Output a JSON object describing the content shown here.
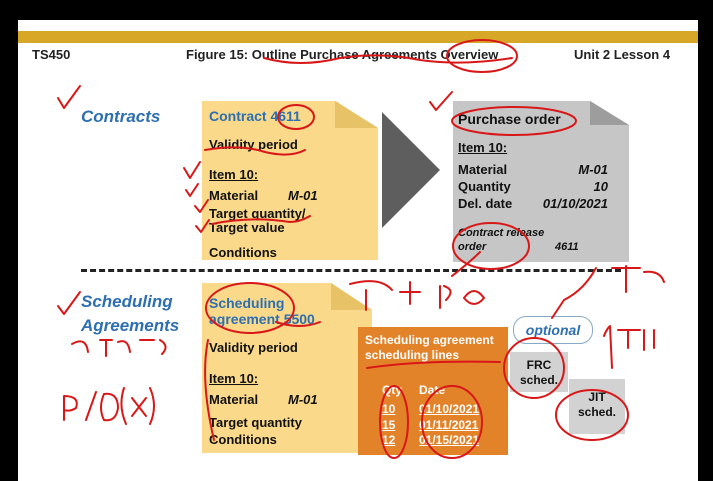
{
  "header": {
    "left": "TS450",
    "center": "Figure 15: Outline Purchase Agreements Overview",
    "right": "Unit 2 Lesson 4"
  },
  "contracts": {
    "section_label": "Contracts",
    "doc_title": "Contract 4611",
    "validity": "Validity period",
    "item": "Item 10:",
    "material_label": "Material",
    "material_value": "M-01",
    "target_qty": "Target quantity/",
    "target_value": "Target value",
    "conditions": "Conditions"
  },
  "purchase_order": {
    "title": "Purchase order",
    "item": "Item 10:",
    "rows": [
      {
        "label": "Material",
        "value": "M-01"
      },
      {
        "label": "Quantity",
        "value": "10"
      },
      {
        "label": "Del. date",
        "value": "01/10/2021"
      }
    ],
    "release_label_1": "Contract release",
    "release_label_2": "order",
    "release_value": "4611"
  },
  "scheduling": {
    "section_label_1": "Scheduling",
    "section_label_2": "Agreements",
    "doc_title_1": "Scheduling",
    "doc_title_2": "agreement 5500",
    "validity": "Validity period",
    "item": "Item 10:",
    "material_label": "Material",
    "material_value": "M-01",
    "target_qty": "Target quantity",
    "conditions": "Conditions"
  },
  "schedule_lines": {
    "title_1": "Scheduling agreement",
    "title_2": "scheduling lines",
    "col_qty": "Qty",
    "col_date": "Date",
    "rows": [
      {
        "qty": "10",
        "date": "01/10/2021"
      },
      {
        "qty": "15",
        "date": "01/11/2021"
      },
      {
        "qty": "12",
        "date": "01/15/2021"
      }
    ]
  },
  "optional": {
    "label": "optional",
    "frc_1": "FRC",
    "frc_2": "sched.",
    "jit_1": "JIT",
    "jit_2": "sched."
  },
  "colors": {
    "gold_band": "#d7a728",
    "note_yellow": "#fad98a",
    "po_gray": "#c6c6c6",
    "arrow_gray": "#5e5e5e",
    "lines_orange": "#e2832a",
    "heading_blue": "#2d6fb0",
    "ink_red": "#d81818"
  }
}
